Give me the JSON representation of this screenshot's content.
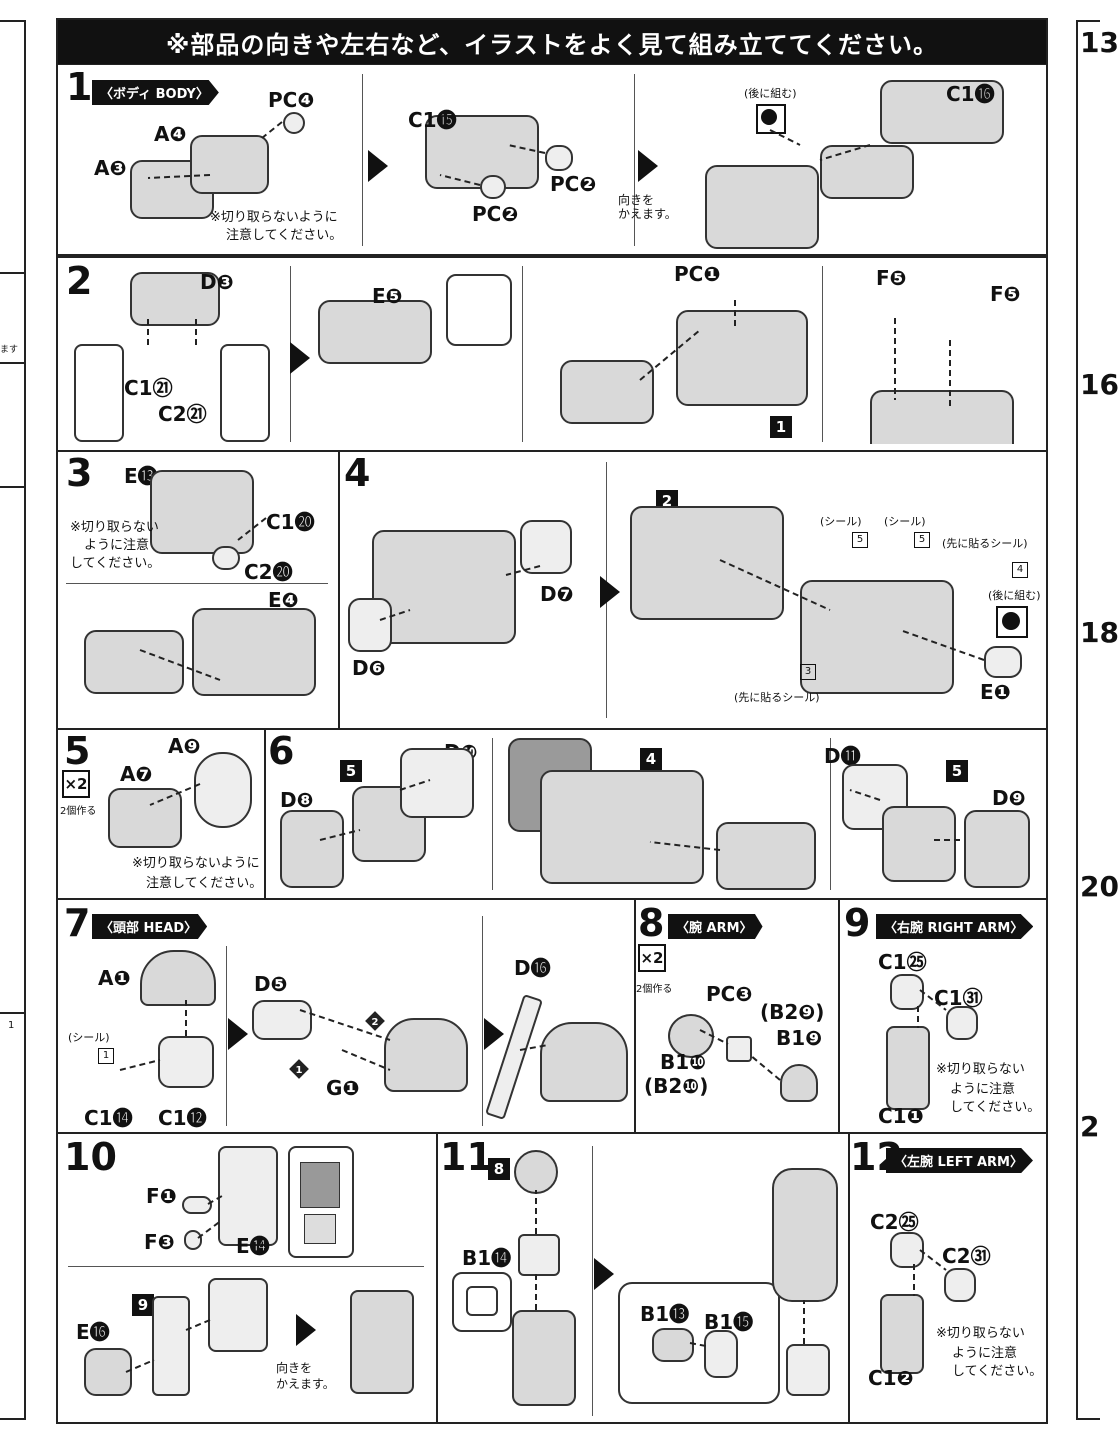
{
  "banner": "※部品の向きや左右など、イラストをよく見て組み立ててください。",
  "steps": {
    "s1": {
      "num": "1",
      "tag": "〈ボディ BODY〉"
    },
    "s2": {
      "num": "2"
    },
    "s3": {
      "num": "3"
    },
    "s4": {
      "num": "4"
    },
    "s5": {
      "num": "5",
      "x2": "×2",
      "x2_note": "2個作る"
    },
    "s6": {
      "num": "6"
    },
    "s7": {
      "num": "7",
      "tag": "〈頭部 HEAD〉"
    },
    "s8": {
      "num": "8",
      "tag": "〈腕 ARM〉",
      "x2": "×2",
      "x2_note": "2個作る"
    },
    "s9": {
      "num": "9",
      "tag": "〈右腕 RIGHT ARM〉"
    },
    "s10": {
      "num": "10"
    },
    "s11": {
      "num": "11"
    },
    "s12": {
      "num": "12",
      "tag": "〈左腕 LEFT ARM〉"
    }
  },
  "labels": {
    "s1": [
      "PC❹",
      "A❹",
      "A❸",
      "C1⓯",
      "PC❷",
      "PC❷",
      "C1⓰"
    ],
    "s2": [
      "D❸",
      "C1㉑",
      "C2㉑",
      "E❺",
      "PC❶",
      "F❺",
      "F❺"
    ],
    "s3": [
      "E⓭",
      "C1⓴",
      "C2⓴",
      "E❹"
    ],
    "s4": [
      "D❼",
      "D❻",
      "E❶"
    ],
    "s5": [
      "A❾",
      "A❼"
    ],
    "s6": [
      "D❿",
      "D❽",
      "D⓫",
      "D❾"
    ],
    "s7": [
      "A❶",
      "C1⓮",
      "C1⓬",
      "D❺",
      "G❶",
      "D⓰"
    ],
    "s8": [
      "PC❸",
      "(B2❾)",
      "B1❾",
      "B1❿",
      "(B2❿)"
    ],
    "s9": [
      "C1㉕",
      "C1㉛",
      "C1❶"
    ],
    "s10": [
      "F❶",
      "F❸",
      "E⓮",
      "E⓰"
    ],
    "s11": [
      "B1⓮",
      "B1⓭",
      "B1⓯"
    ],
    "s12": [
      "C2㉕",
      "C2㉛",
      "C1❷"
    ]
  },
  "notes": {
    "cut_warning": "※切り取らないように注意してください。",
    "cut_warning_1": "※切り取らないように",
    "cut_warning_2": "注意してください。",
    "cut_short_1": "※切り取らない",
    "cut_short_2": "ように注意",
    "cut_short_3": "してください。",
    "turn_1": "向きを",
    "turn_2": "かえます。",
    "later": "(後に組む)",
    "seal": "(シール)",
    "seal_first": "(先に貼るシール)"
  },
  "refs": {
    "s2_ref": "1",
    "s4_ref": "2",
    "s6_ref_a": "5",
    "s6_ref_b": "4",
    "s6_ref_c": "5",
    "s10_ref": "9",
    "s11_ref": "8"
  },
  "seal_numbers": {
    "s4_a": "5",
    "s4_b": "5",
    "s4_c": "4",
    "s4_d": "3",
    "s7": "1"
  },
  "side_right": [
    "13",
    "16",
    "18",
    "20",
    "2"
  ],
  "side_left_text": [
    "ます",
    "1"
  ]
}
